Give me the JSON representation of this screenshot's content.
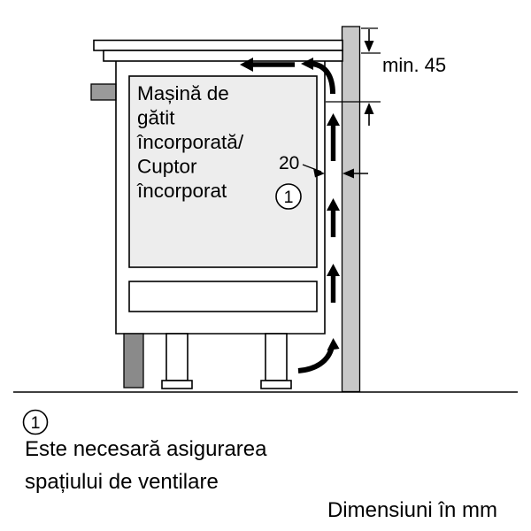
{
  "diagram": {
    "appliance_lines": [
      "Mașină de",
      "gătit",
      "încorporată/",
      "Cuptor",
      "încorporat"
    ],
    "min_gap_label": "min. 45",
    "rear_gap_label": "20",
    "callout": "1"
  },
  "footer": {
    "callout": "1",
    "note_lines": [
      "Este necesară asigurarea",
      "spațiului de ventilare"
    ],
    "units": "Dimensiuni în mm"
  },
  "colors": {
    "wall_fill": "#c8c8c8",
    "appliance_fill": "#ededed",
    "plinth_fill": "#8a8a8a",
    "ink": "#000000",
    "background": "#ffffff"
  }
}
